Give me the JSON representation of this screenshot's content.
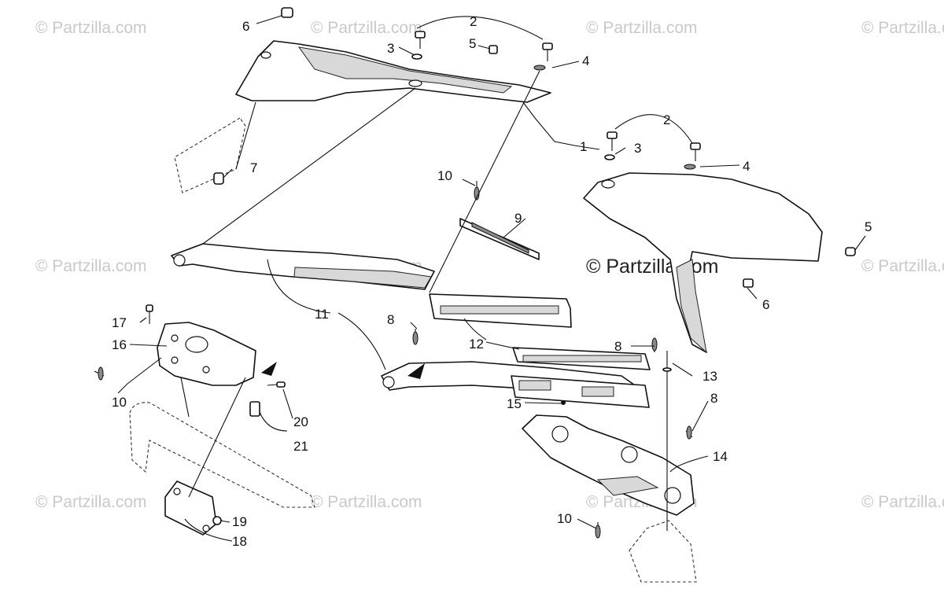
{
  "watermark": {
    "text": "© Partzilla.com"
  },
  "callouts": {
    "c1": "1",
    "c2a": "2",
    "c2b": "2",
    "c3a": "3",
    "c3b": "3",
    "c4a": "4",
    "c4b": "4",
    "c5a": "5",
    "c5b": "5",
    "c6a": "6",
    "c6b": "6",
    "c7": "7",
    "c8a": "8",
    "c8b": "8",
    "c8c": "8",
    "c9": "9",
    "c10a": "10",
    "c10b": "10",
    "c10c": "10",
    "c11": "11",
    "c12": "12",
    "c13": "13",
    "c14": "14",
    "c15": "15",
    "c16": "16",
    "c17": "17",
    "c18": "18",
    "c19": "19",
    "c20": "20",
    "c21": "21"
  }
}
